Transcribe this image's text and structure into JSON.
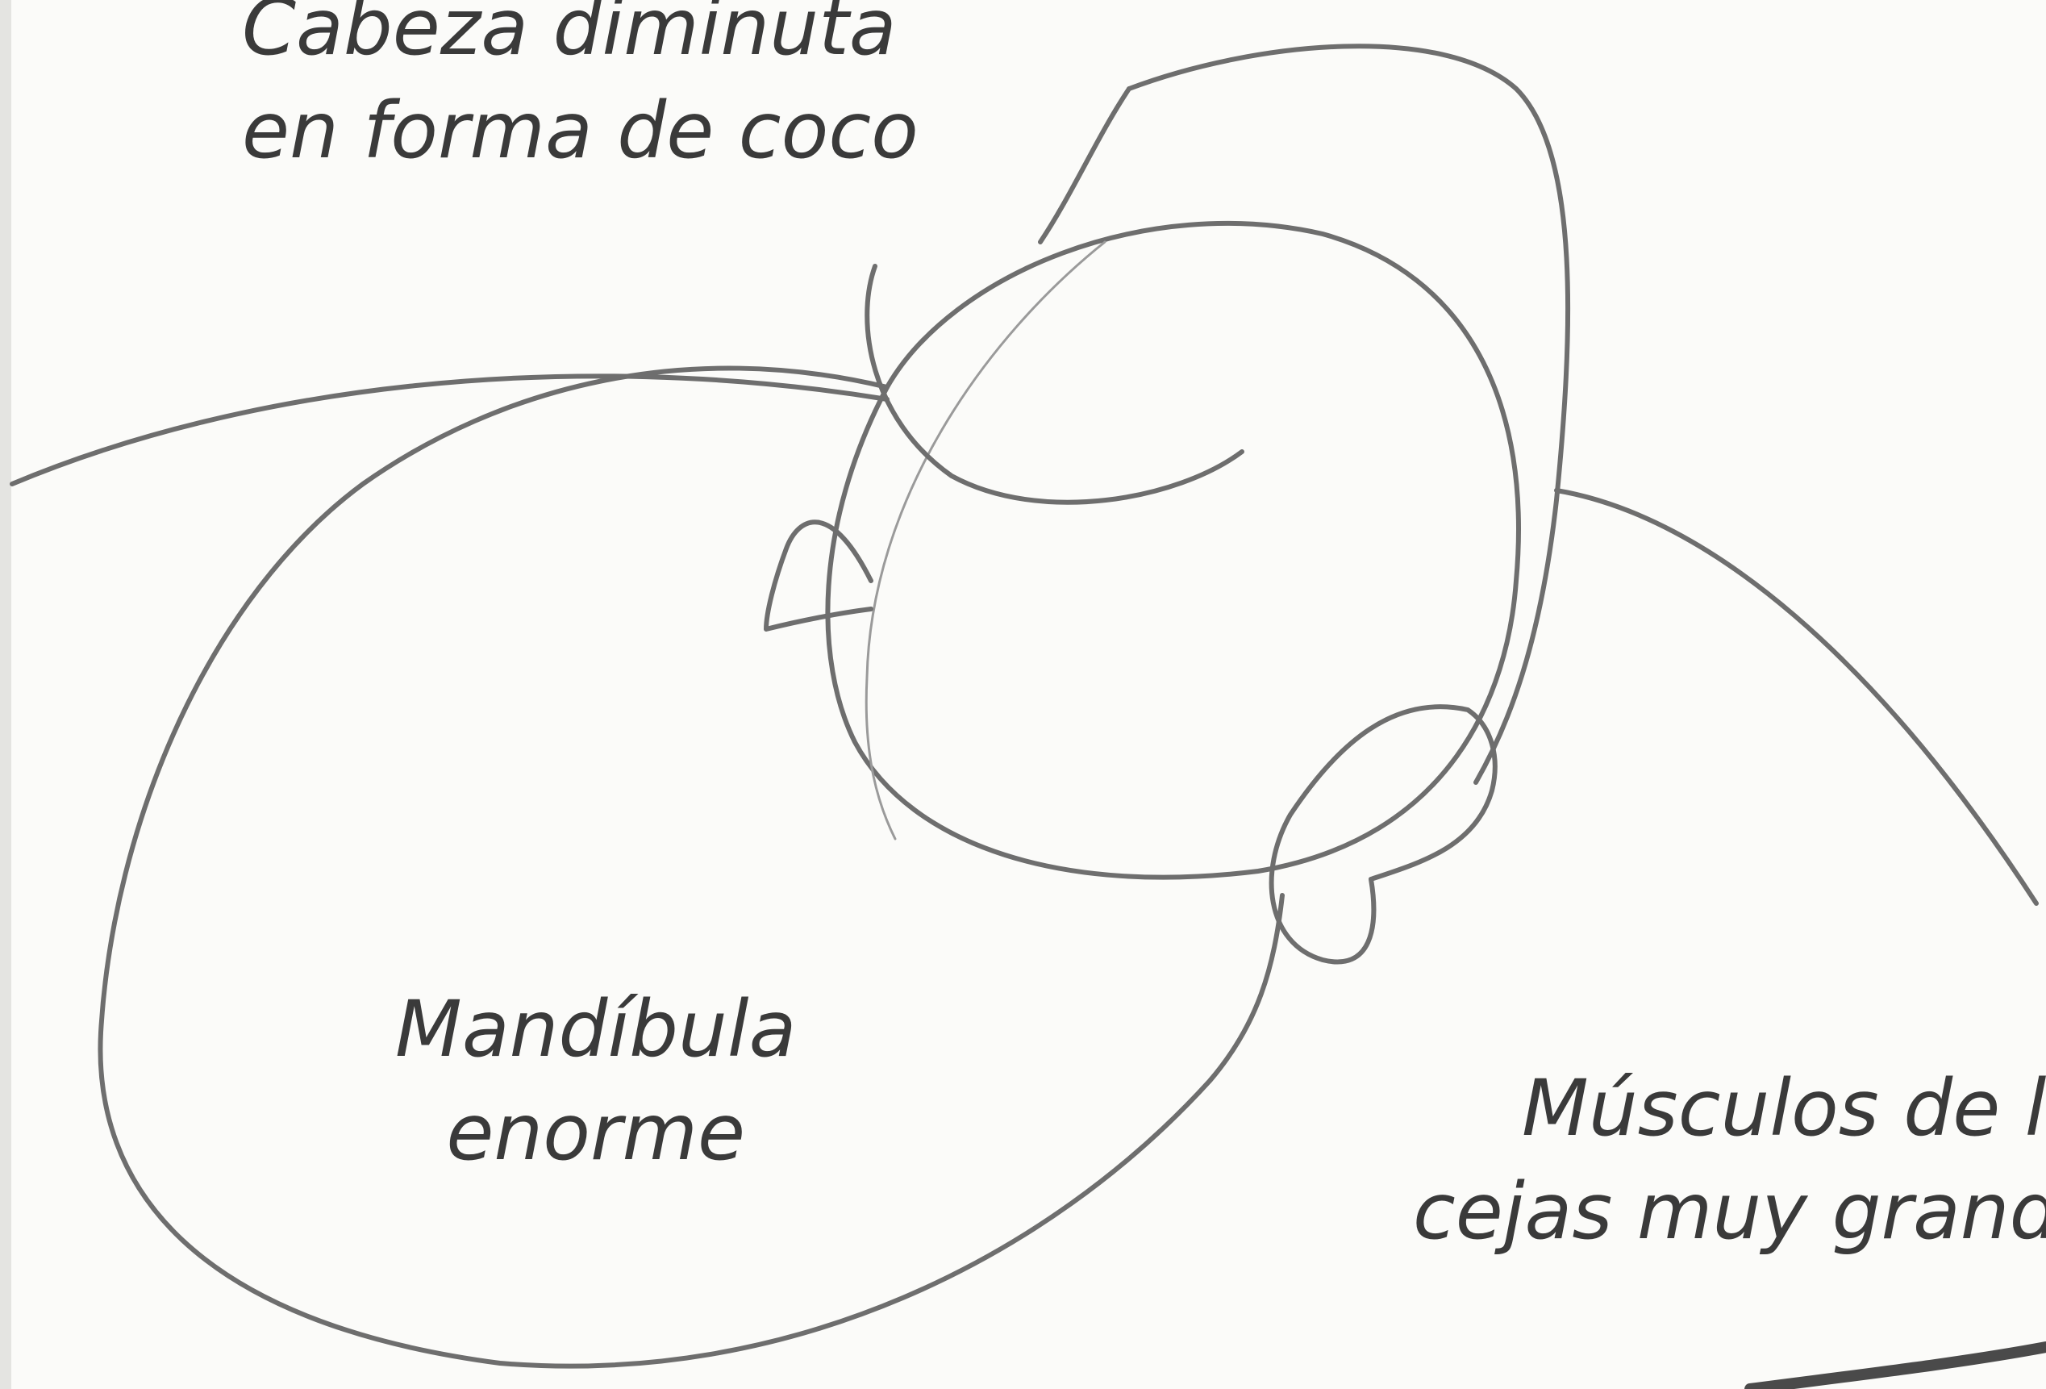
{
  "labels": {
    "head": {
      "line1": "Cabeza diminuta",
      "line2": "en forma de coco"
    },
    "jaw": {
      "line1": "Mandíbula",
      "line2": "enorme"
    },
    "brow": {
      "line1": "Músculos de l",
      "line2": "cejas muy grand"
    }
  },
  "colors": {
    "background": "#fbfbf9",
    "stroke": "#6e6e6e",
    "text": "#3a3a3a"
  }
}
